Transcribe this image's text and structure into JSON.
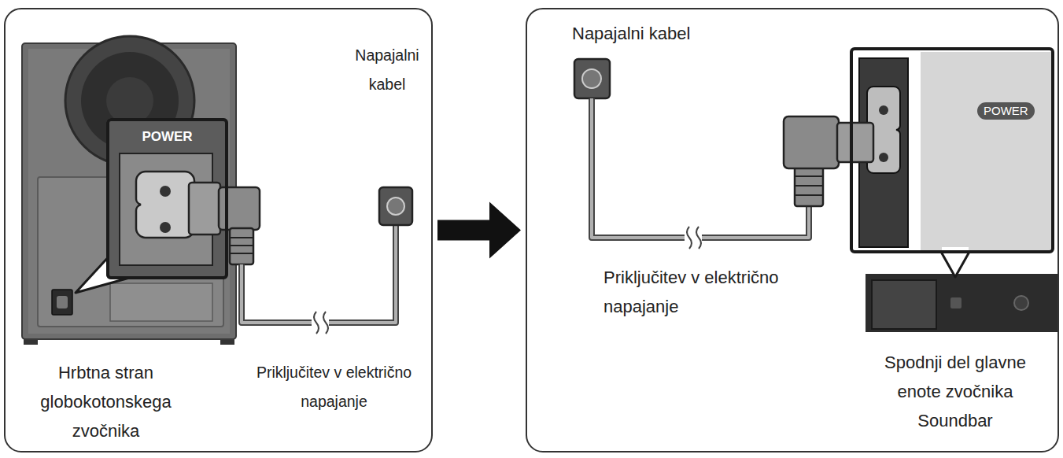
{
  "diagram": {
    "nodes": [
      {
        "text": [
          "Napajalni kabel",
          "Priključitev v električno napajanje",
          "Hrbtna stran globokotonskega zvočnika"
        ]
      },
      {
        "text": [
          "POWER"
        ],
        "in": 0
      },
      {
        "text": [
          "Napajalni kabel",
          "Priključitev v električno napajanje",
          "Spodnji del glavne enote zvočnika Soundbar"
        ]
      },
      {
        "text": [
          "POWER"
        ],
        "in": 2
      }
    ],
    "edges": [
      {
        "from": 0,
        "to": 2,
        "arrow": "to"
      }
    ]
  }
}
